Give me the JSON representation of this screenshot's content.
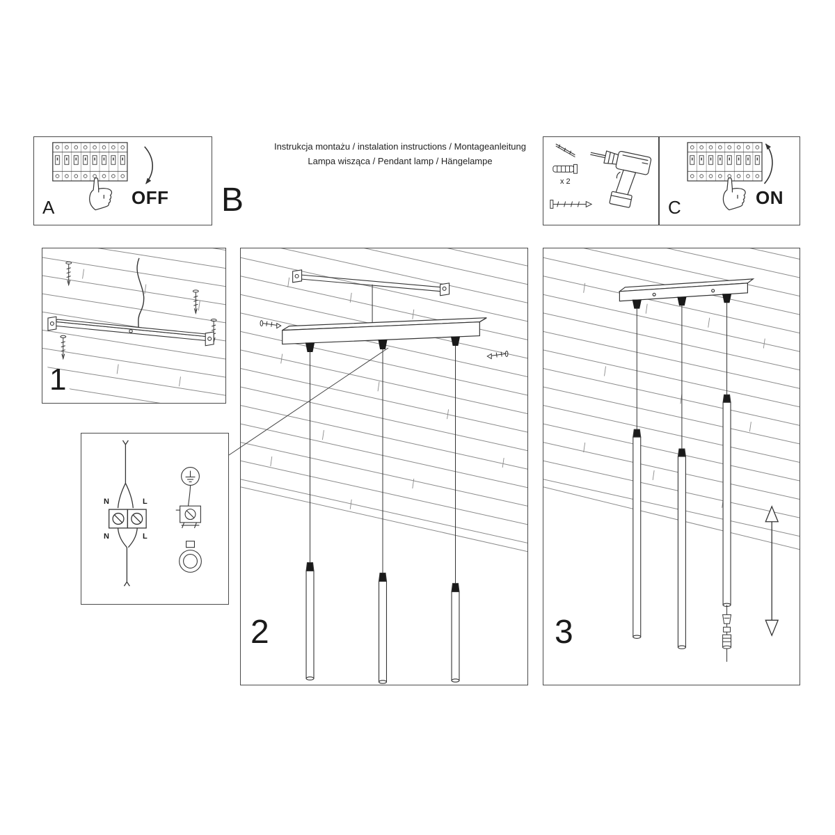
{
  "colors": {
    "ink": "#333333",
    "background": "#ffffff"
  },
  "title": {
    "line1": "Instrukcja montażu / instalation instructions / Montageanleitung",
    "line2": "Lampa wisząca / Pendant lamp / Hängelampe"
  },
  "panels": {
    "a": {
      "label": "A",
      "state": "OFF"
    },
    "b": {
      "label": "B"
    },
    "c": {
      "label": "C",
      "state": "ON"
    },
    "drill": {
      "count": "x 2"
    }
  },
  "steps": {
    "one": "1",
    "two": "2",
    "three": "3"
  },
  "wiring": {
    "n_top": "N",
    "l_top": "L",
    "n_bottom": "N",
    "l_bottom": "L"
  }
}
